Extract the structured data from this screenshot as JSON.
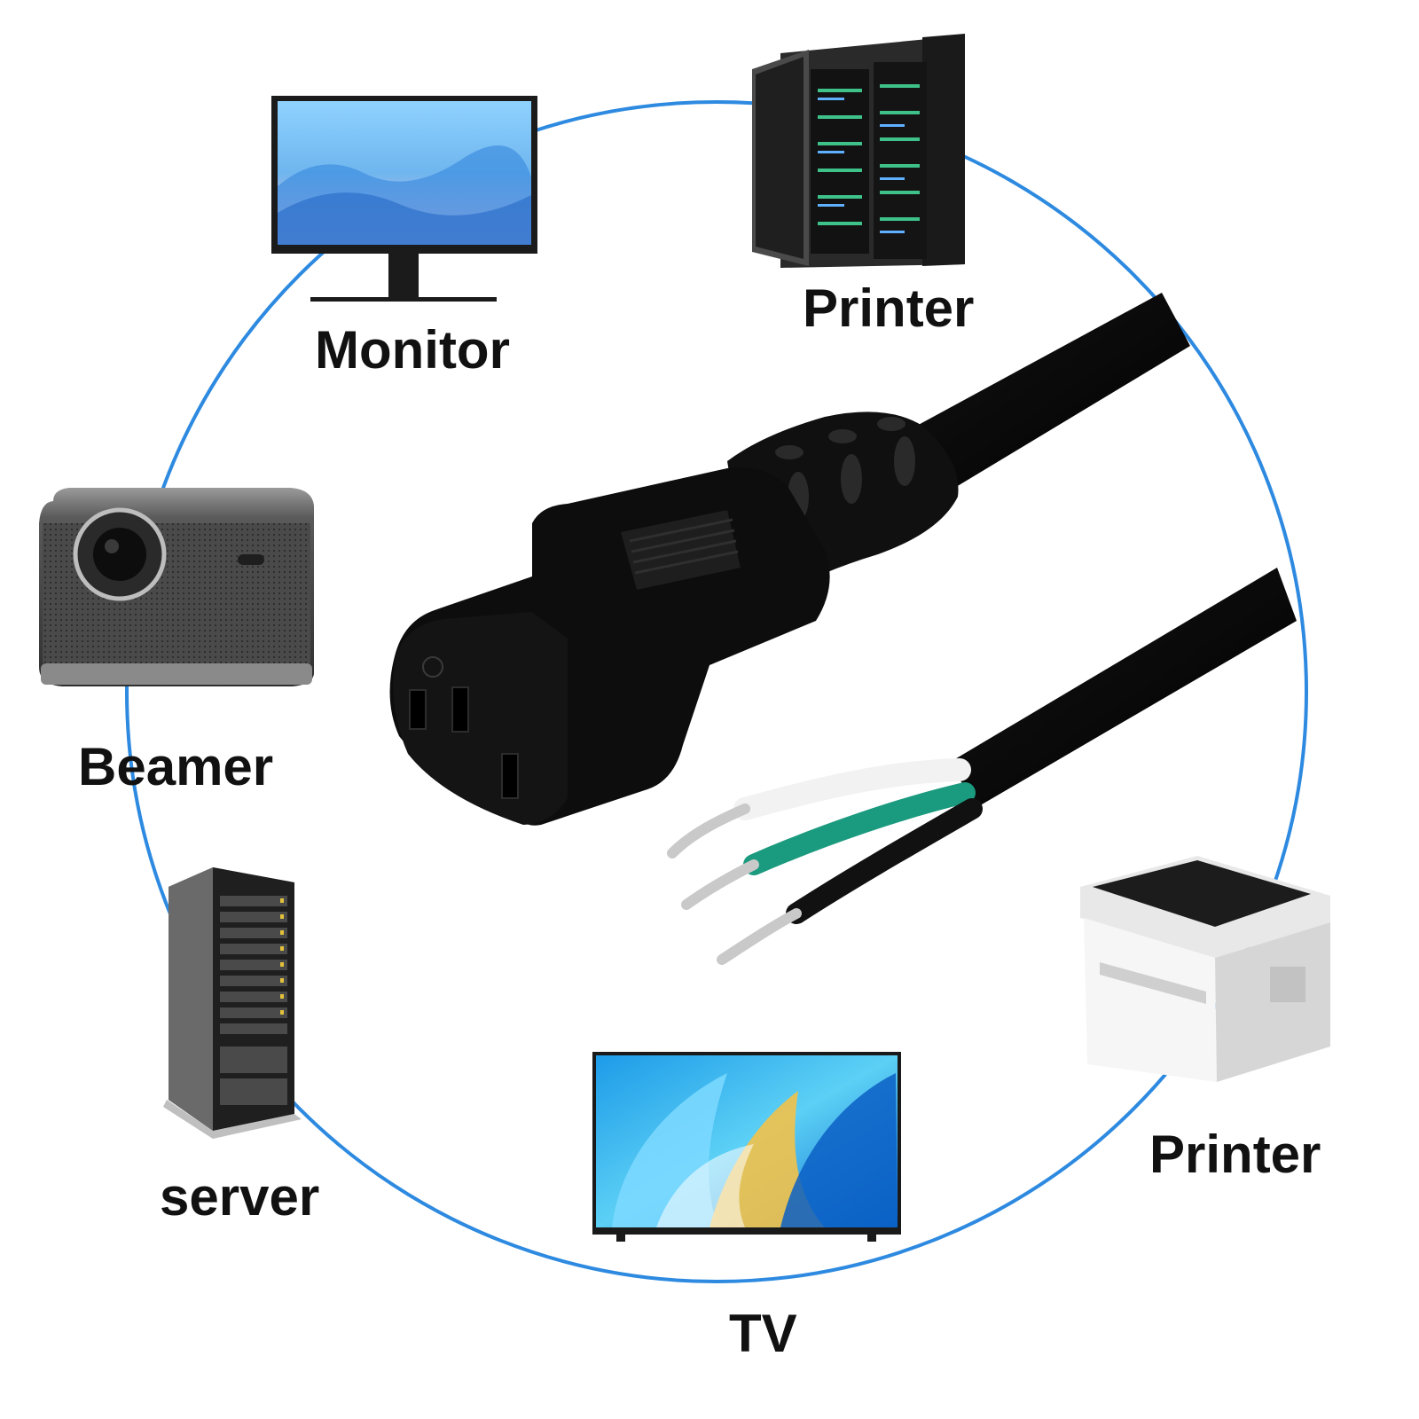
{
  "labels": {
    "monitor": "Monitor",
    "printer_top": "Printer",
    "beamer": "Beamer",
    "printer_right": "Printer",
    "server": "server",
    "tv": "TV"
  },
  "colors": {
    "ring": "#2d8ae0",
    "cable": "#0c0c0c",
    "wire_white": "#f2f2f2",
    "wire_green": "#1a9a7e",
    "wire_black": "#111111",
    "copper": "#c9c9c9"
  },
  "icons": [
    "monitor-icon",
    "server-cabinet-icon",
    "projector-icon",
    "printer-icon",
    "server-rack-icon",
    "tv-icon",
    "power-connector-icon"
  ]
}
